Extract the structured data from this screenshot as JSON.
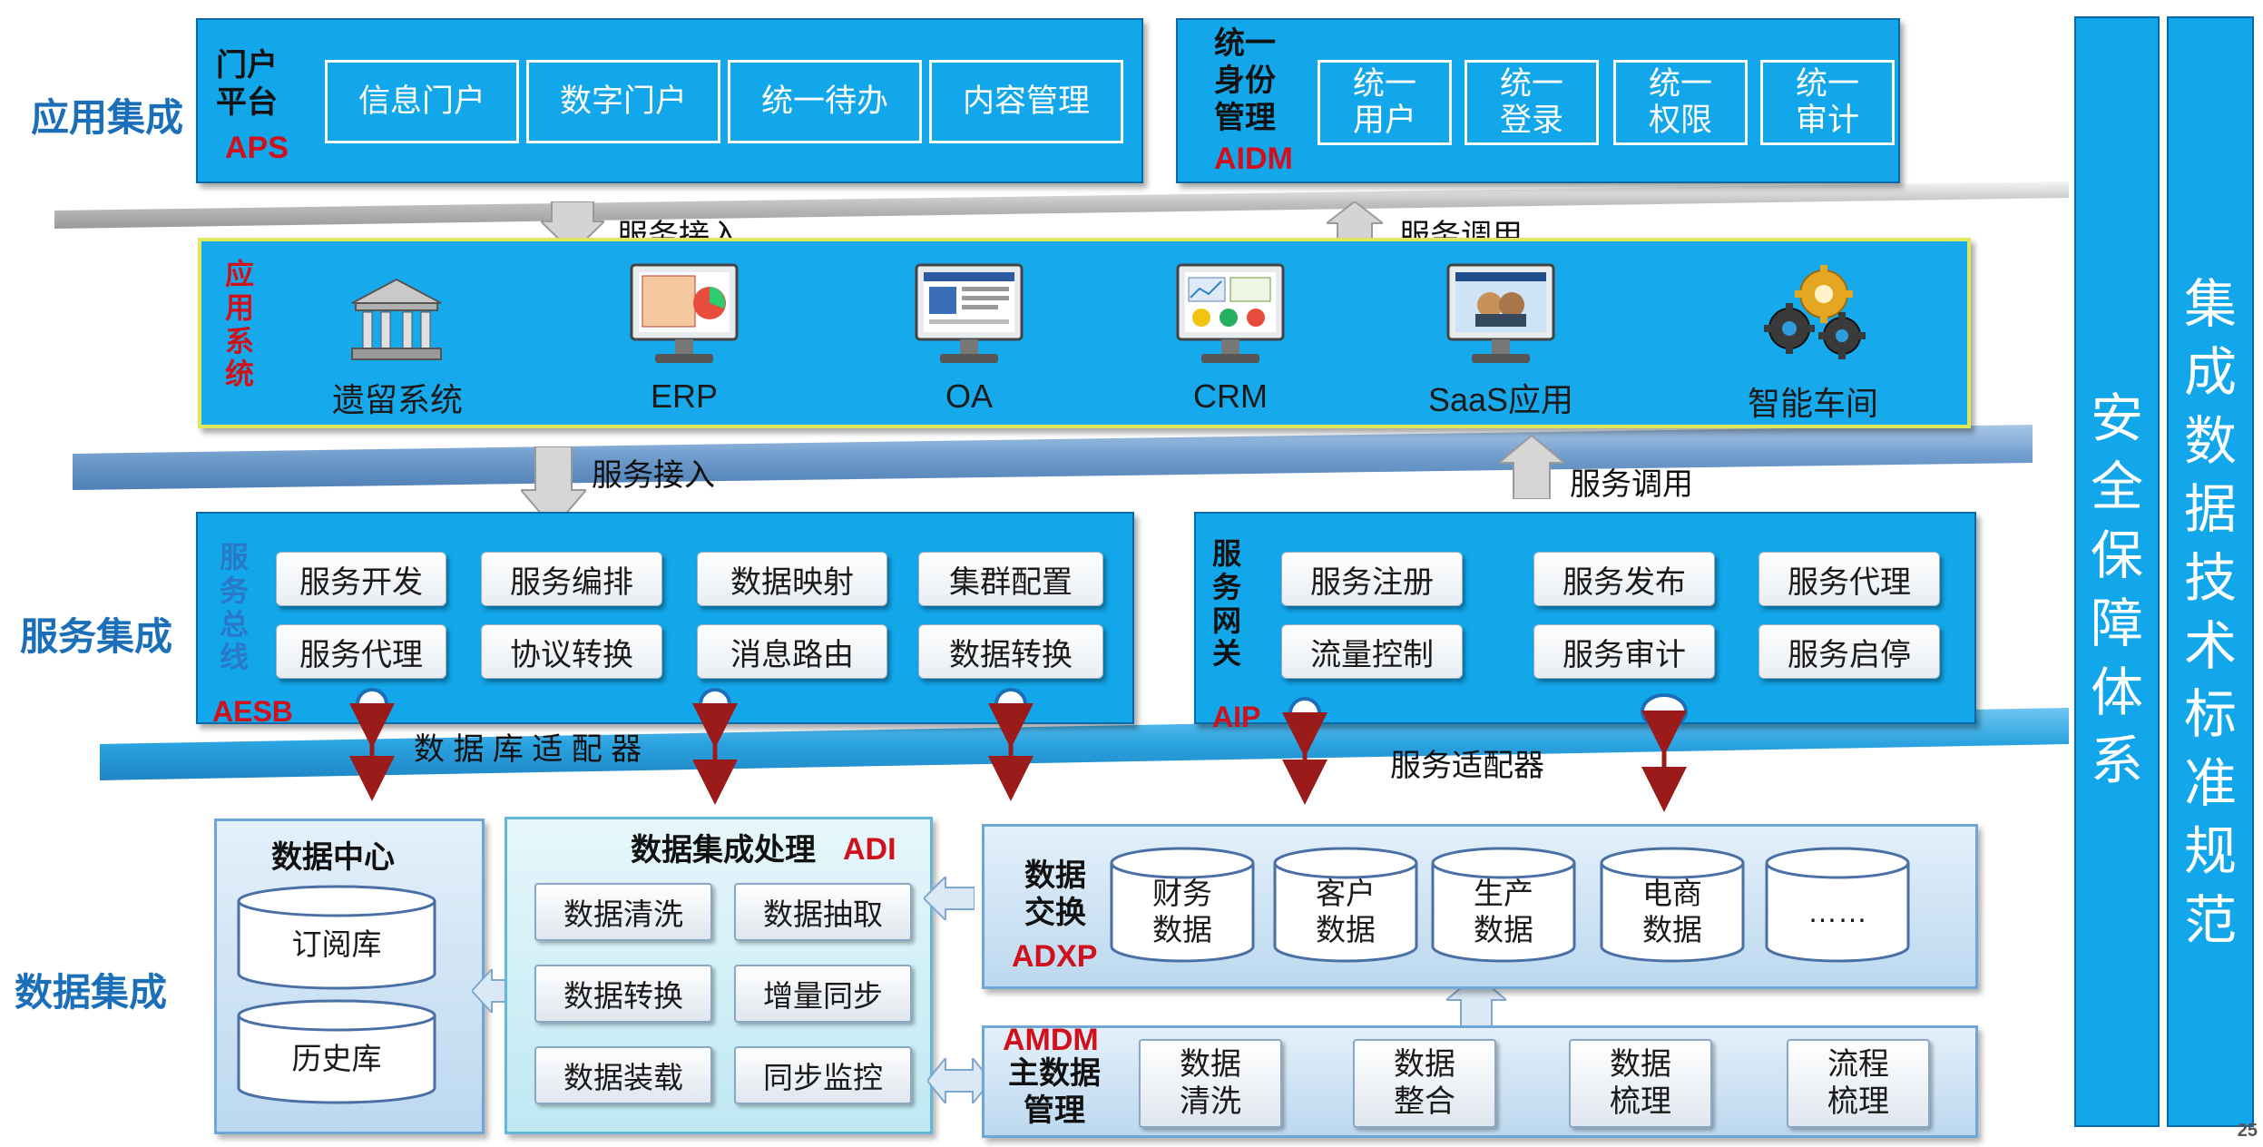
{
  "layers": {
    "app": "应用集成",
    "service": "服务集成",
    "data": "数据集成"
  },
  "aps": {
    "title": "门户\n平台",
    "code": "APS",
    "items": [
      "信息门户",
      "数字门户",
      "统一待办",
      "内容管理"
    ]
  },
  "aidm": {
    "title": "统一\n身份\n管理",
    "code": "AIDM",
    "items": [
      "统一\n用户",
      "统一\n登录",
      "统一\n权限",
      "统一\n审计"
    ]
  },
  "flows": {
    "access1": "服务接入",
    "call1": "服务调用",
    "access2": "服务接入",
    "call2": "服务调用",
    "db_adapter": "数 据 库 适 配 器",
    "svc_adapter": "服务适配器"
  },
  "app_systems": {
    "title": "应\n用\n系\n统",
    "items": [
      {
        "label": "遗留系统",
        "icon": "legacy-building-icon"
      },
      {
        "label": "ERP",
        "icon": "erp-monitor-icon"
      },
      {
        "label": "OA",
        "icon": "oa-monitor-icon"
      },
      {
        "label": "CRM",
        "icon": "crm-monitor-icon"
      },
      {
        "label": "SaaS应用",
        "icon": "saas-monitor-icon"
      },
      {
        "label": "智能车间",
        "icon": "gears-icon"
      }
    ]
  },
  "aesb": {
    "title": "服\n务\n总\n线",
    "code": "AESB",
    "items": [
      "服务开发",
      "服务编排",
      "数据映射",
      "集群配置",
      "服务代理",
      "协议转换",
      "消息路由",
      "数据转换"
    ]
  },
  "aip": {
    "title": "服\n务\n网\n关",
    "code": "AIP",
    "items": [
      "服务注册",
      "服务发布",
      "服务代理",
      "流量控制",
      "服务审计",
      "服务启停"
    ]
  },
  "data_center": {
    "title": "数据中心",
    "items": [
      "订阅库",
      "历史库"
    ]
  },
  "adi": {
    "title": "数据集成处理",
    "code": "ADI",
    "items": [
      "数据清洗",
      "数据抽取",
      "数据转换",
      "增量同步",
      "数据装载",
      "同步监控"
    ]
  },
  "adxp": {
    "title": "数据\n交换",
    "code": "ADXP",
    "items": [
      "财务\n数据",
      "客户\n数据",
      "生产\n数据",
      "电商\n数据",
      "……"
    ]
  },
  "amdm": {
    "code": "AMDM",
    "title": "主数据\n管理",
    "items": [
      "数据\n清洗",
      "数据\n整合",
      "数据\n梳理",
      "流程\n梳理"
    ]
  },
  "right": {
    "security": "安\n全\n保\n障\n体\n系",
    "standards": "集\n成\n数\n据\n技\n术\n标\n准\n规\n范"
  },
  "page_number": "25",
  "colors": {
    "panel_blue": "#12a6ea",
    "layer_label": "#1b6fb8",
    "code_red": "#d0101a",
    "connector_red": "#9b1a1a"
  }
}
